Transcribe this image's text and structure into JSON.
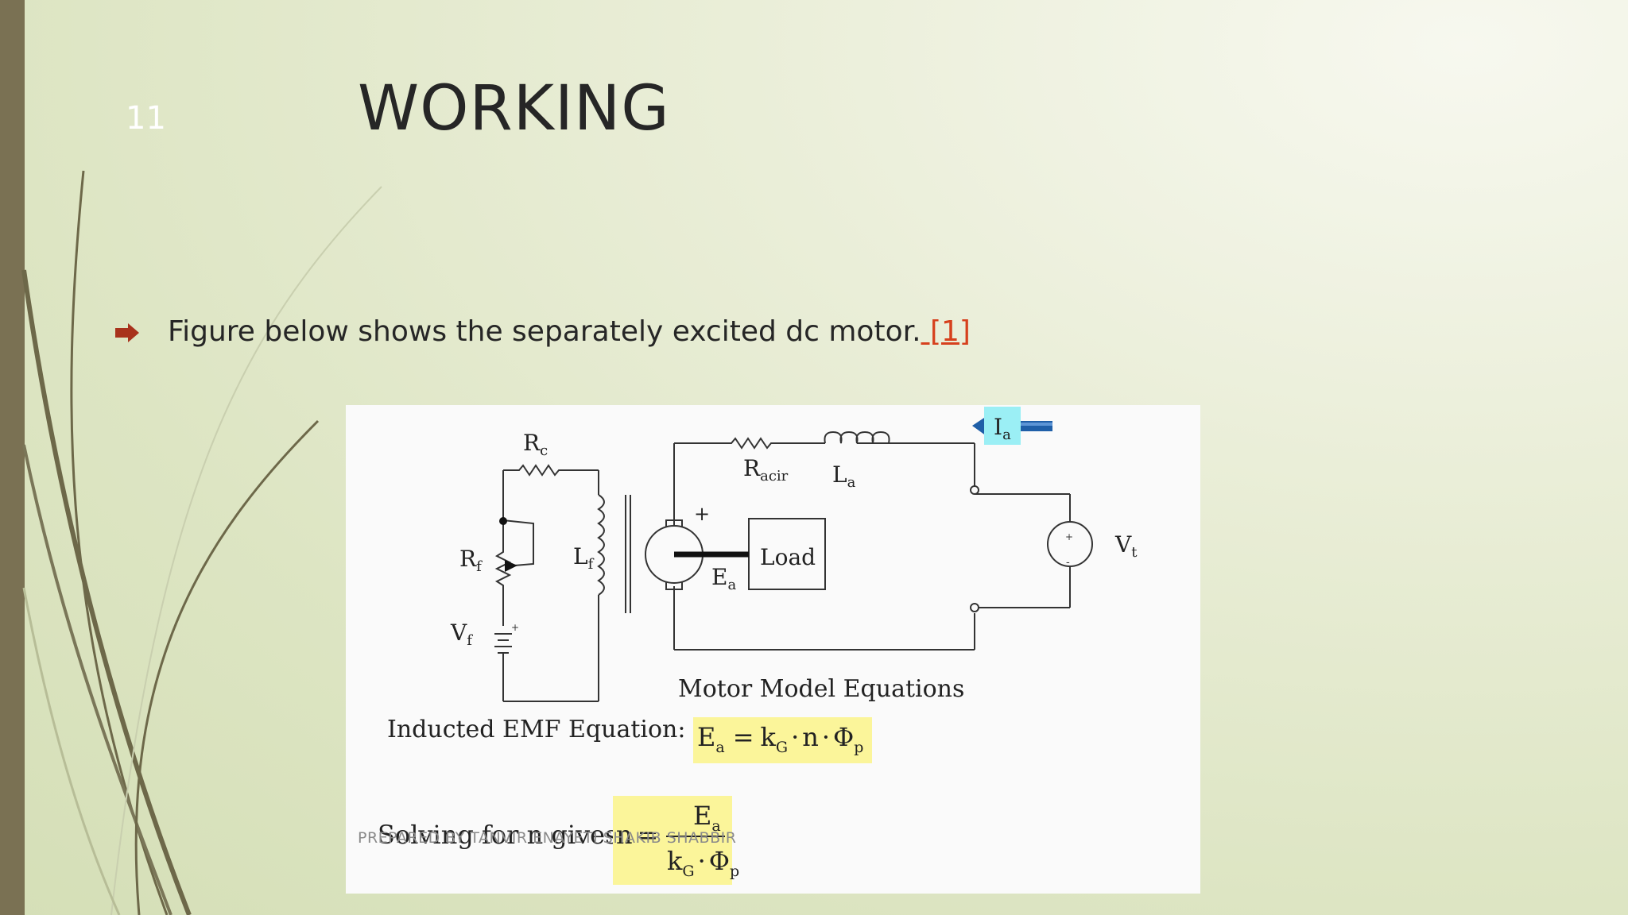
{
  "slide": {
    "number": "11",
    "title": "WORKING",
    "bullet_text": "Figure below shows the separately excited dc motor.",
    "bullet_ref": " [1]",
    "footer": "PREPARED BY TANVIR ENAYETI SHAKIB SHABBIR"
  },
  "figure": {
    "labels": {
      "rc_main": "R",
      "rc_sub": "c",
      "rf_main": "R",
      "rf_sub": "f",
      "lf_main": "L",
      "lf_sub": "f",
      "vf_main": "V",
      "vf_sub": "f",
      "racir_main": "R",
      "racir_sub": "acir",
      "la_main": "L",
      "la_sub": "a",
      "ia_main": "I",
      "ia_sub": "a",
      "ea_main": "E",
      "ea_sub": "a",
      "vt_main": "V",
      "vt_sub": "t",
      "load": "Load",
      "plus": "+"
    },
    "heading": "Motor Model Equations",
    "emf_label": "Inducted EMF Equation:",
    "solve_label": "Solving for n gives:",
    "eq1": {
      "Ea": "E",
      "Ea_sub": "a",
      "eq": "=",
      "kG": "k",
      "kG_sub": "G",
      "dot1": "·",
      "n": "n",
      "dot2": "·",
      "phi": "Φ",
      "phi_sub": "p"
    },
    "eq2": {
      "n": "n",
      "eq": "=",
      "num": "E",
      "num_sub": "a",
      "den_k": "k",
      "den_k_sub": "G",
      "den_dot": "·",
      "den_phi": "Φ",
      "den_phi_sub": "p"
    }
  },
  "colors": {
    "left_bar": "#7a7153",
    "title": "#262626",
    "bullet_arrow": "#a8321c",
    "reference_link": "#d6401d",
    "highlight_yellow": "#fbf59a",
    "highlight_cyan": "#9beff5",
    "current_arrow": "#1f5fa8"
  }
}
